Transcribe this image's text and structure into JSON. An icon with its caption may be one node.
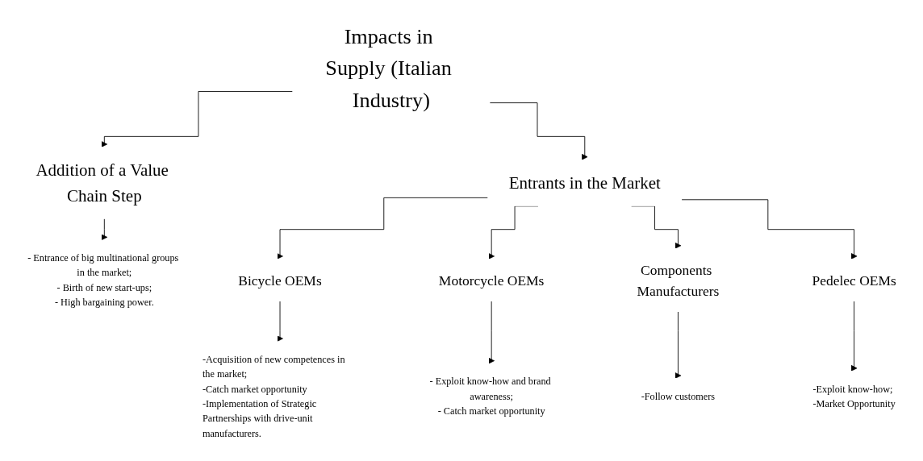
{
  "diagram": {
    "nodes": [
      {
        "text": [
          "Impacts in Supply (Italian Industry)"
        ]
      },
      {
        "text": [
          "Addition of a Value Chain Step"
        ]
      },
      {
        "text": [
          "Entrants in the Market"
        ]
      },
      {
        "text": [
          "- Entrance of big multinational groups in the market;",
          "- Birth of new start-ups;",
          "- High bargaining power."
        ]
      },
      {
        "text": [
          "Bicycle OEMs"
        ]
      },
      {
        "text": [
          "Motorcycle OEMs"
        ]
      },
      {
        "text": [
          "Components Manufacturers"
        ]
      },
      {
        "text": [
          "Pedelec OEMs"
        ]
      },
      {
        "text": [
          "-Acquisition of new competences in the market;",
          "-Catch market opportunity",
          "-Implementation of Strategic Partnerships with drive-unit manufacturers."
        ]
      },
      {
        "text": [
          "- Exploit know-how and brand awareness;",
          "- Catch market opportunity"
        ]
      },
      {
        "text": [
          "-Follow customers"
        ]
      },
      {
        "text": [
          "-Exploit know-how;",
          "-Market Opportunity"
        ]
      }
    ],
    "edges": [
      {
        "from": 0,
        "to": 1,
        "arrow": "to"
      },
      {
        "from": 0,
        "to": 2,
        "arrow": "to"
      },
      {
        "from": 1,
        "to": 3,
        "arrow": "to"
      },
      {
        "from": 2,
        "to": 4,
        "arrow": "to"
      },
      {
        "from": 2,
        "to": 5,
        "arrow": "to"
      },
      {
        "from": 2,
        "to": 6,
        "arrow": "to"
      },
      {
        "from": 2,
        "to": 7,
        "arrow": "to"
      },
      {
        "from": 4,
        "to": 8,
        "arrow": "to"
      },
      {
        "from": 5,
        "to": 9,
        "arrow": "to"
      },
      {
        "from": 6,
        "to": 10,
        "arrow": "to"
      },
      {
        "from": 7,
        "to": 11,
        "arrow": "to"
      }
    ]
  }
}
